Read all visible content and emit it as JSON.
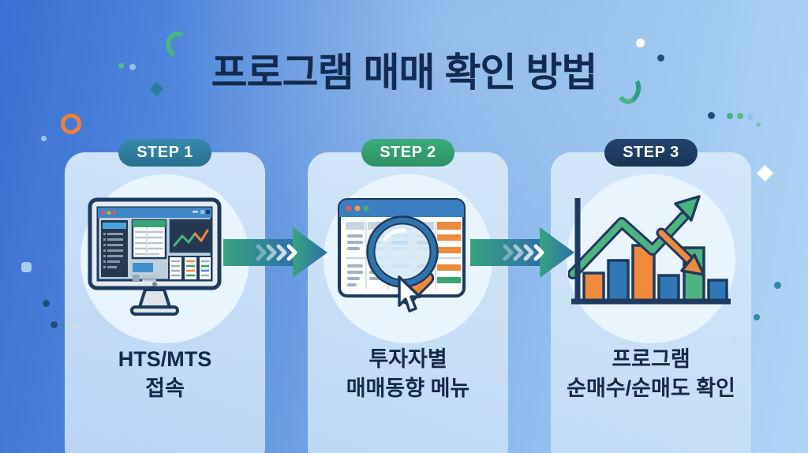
{
  "title": {
    "text": "프로그램 매매 확인 방법"
  },
  "steps": [
    {
      "badge_label": "STEP 1",
      "caption_line1": "HTS/MTS",
      "caption_line2": "접속",
      "icon": "desktop-monitor-trading-dashboard-icon",
      "badge_color": "#2D7DA2"
    },
    {
      "badge_label": "STEP 2",
      "caption_line1": "투자자별",
      "caption_line2": "매매동향 메뉴",
      "icon": "spreadsheet-magnifier-cursor-icon",
      "badge_color": "#35A173"
    },
    {
      "badge_label": "STEP 3",
      "caption_line1": "프로그램",
      "caption_line2": "순매수/순매도 확인",
      "icon": "bar-chart-trend-arrows-icon",
      "badge_color": "#1E3A61"
    }
  ],
  "arrows": {
    "count": 2,
    "style": "chevron-flow-arrow",
    "gradient": [
      "#38A47E",
      "#2B6FA9"
    ],
    "chevron_color": "#FFFFFF"
  },
  "colors": {
    "background_left": "#3B6FD2",
    "background_right": "#AED4F4",
    "card": "#D3E5F8",
    "icon_circle": "#ECF5FD",
    "title_text": "#142A50",
    "caption_text": "#13294A",
    "accent_green": "#4DB380",
    "accent_orange": "#EE8A3C",
    "accent_blue": "#2E79B5",
    "navy_outline": "#1E3A5F"
  }
}
